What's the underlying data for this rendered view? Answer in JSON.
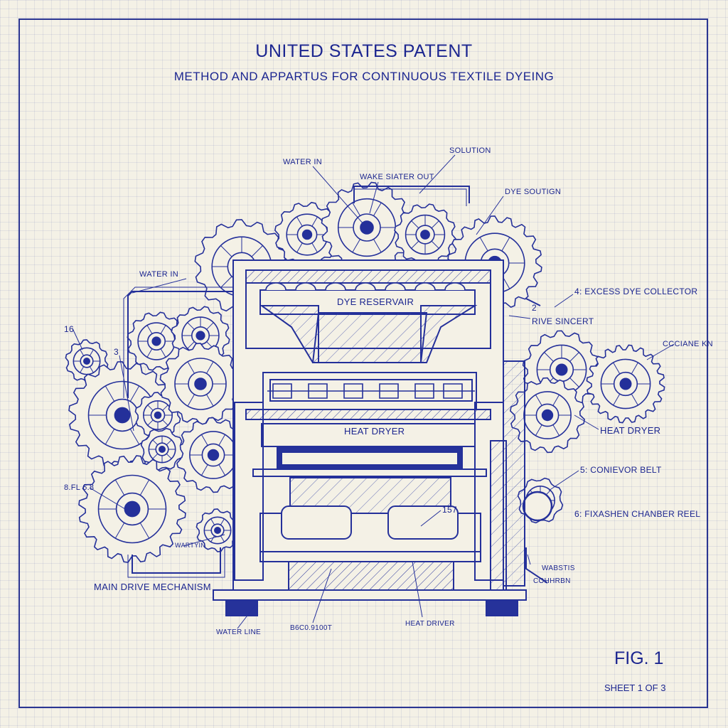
{
  "header": {
    "title": "UNITED STATES PATENT",
    "subtitle": "METHOD AND APPARTUS FOR CONTINUOUS TEXTILE DYEING"
  },
  "figure": {
    "label": "FIG. 1",
    "sheet": "SHEET 1 OF 3"
  },
  "labels": {
    "solution_top": "SOLUTION",
    "water_in_top": "WATER IN",
    "waste_water_out": "WAKE SIATER OUT",
    "dye_solution": "DYE SOUTIGN",
    "water_in_left": "WATER IN",
    "excess_dye_collector": "4: EXCESS DYE COLLECTOR",
    "num_2": "2",
    "rive_sincert": "RIVE SINCERT",
    "num_16": "16",
    "num_3": "3",
    "ccciane_kn": "CCCIANE KN",
    "heat_dryer_right": "HEAT DRYER",
    "conveyor_belt": "5: CONIEVOR BELT",
    "sflg": "8.FL 6.8",
    "fixation_chamber": "6: FIXASHEN CHANBER REEL",
    "num_157": "157",
    "wartyin": "WARTYIN",
    "main_drive": "MAIN DRIVE MECHANISM",
    "waste_right": "WABSTIS",
    "collection_right": "COHHRBN",
    "water_line": "WATER LINE",
    "bottom_mid": "B6C0.9100T",
    "heat_driver_bottom": "HEAT DRIVER",
    "dye_reservoir": "DYE RESERVAIR",
    "heat_dryer_center": "HEAT DRYER"
  }
}
